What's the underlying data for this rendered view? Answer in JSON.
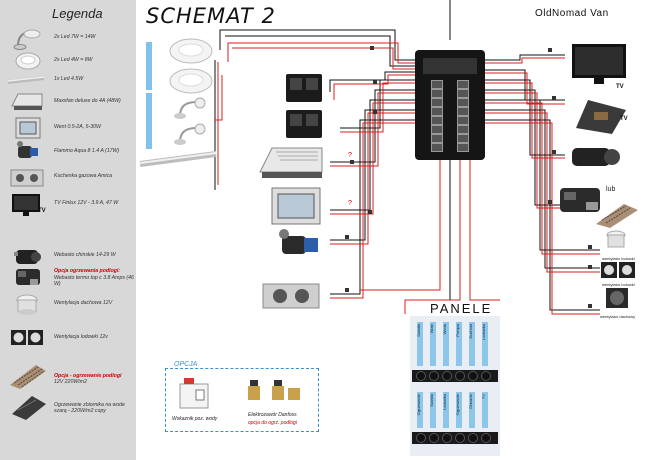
{
  "legend": {
    "title": "Legenda",
    "items": [
      {
        "text": "2x Led 7W = 14W",
        "note": ""
      },
      {
        "text": "2x Led 4W = 8W",
        "note": ""
      },
      {
        "text": "1x Led 4.5W",
        "note": ""
      },
      {
        "text": "Maxxfan deluxe do 4A (48W)",
        "note": ""
      },
      {
        "text": "Went 0.5-2A, 5-30W",
        "note": ""
      },
      {
        "text": "Flammo Aqua 8  1.4 A (17W)",
        "note": ""
      },
      {
        "text": "Kuchenka gazowa Amica",
        "note": ""
      },
      {
        "text": "TV Finlux 12V - 3.9 A, 47 W",
        "note": ""
      },
      {
        "text": "Webasto chinskie 14-29 W",
        "note": ""
      },
      {
        "text": "Opcja ogrzewania podlogi:",
        "note": "Webasto termo top c 3.8 Amps (46 W)"
      },
      {
        "text": "Wentylacja dachowa 12V",
        "note": ""
      },
      {
        "text": "Wentylacja lodowki 12v",
        "note": ""
      },
      {
        "text": "Opcja - ogrzewanie podlogi",
        "note": "12V 220W/m2"
      },
      {
        "text": "Ogrzewanie zbiornika na wode szarą - 220W/m2 copy",
        "note": ""
      }
    ]
  },
  "title": "SCHEMAT 2",
  "brand": "OldNomad Van",
  "panel": {
    "title": "PANELE",
    "row1_labels": [
      "Swiatla",
      "Wiatr",
      "Woda",
      "Pompa",
      "Kuchnia",
      "Lodowka"
    ],
    "row2_labels": [
      "Ogrzewanie",
      "Swiatla",
      "Lodowka",
      "Ogrzewanie",
      "Gniazdo",
      "TV"
    ]
  },
  "opcja": {
    "title": "OPCJA",
    "caption1": "Wskaznik poz. wody",
    "caption2": "Elektrozawór Danfoss",
    "caption3": "opcja do ogrz. podlogi"
  },
  "labels": {
    "lub": "lub",
    "tv1": "TV",
    "tv2": "TV",
    "q1": "?",
    "q2": "?",
    "wc1": "wentylator lodowki",
    "wc2": "wentylator lodowki",
    "wc3": "wentylator dachowy",
    "small_tv": "TV"
  }
}
